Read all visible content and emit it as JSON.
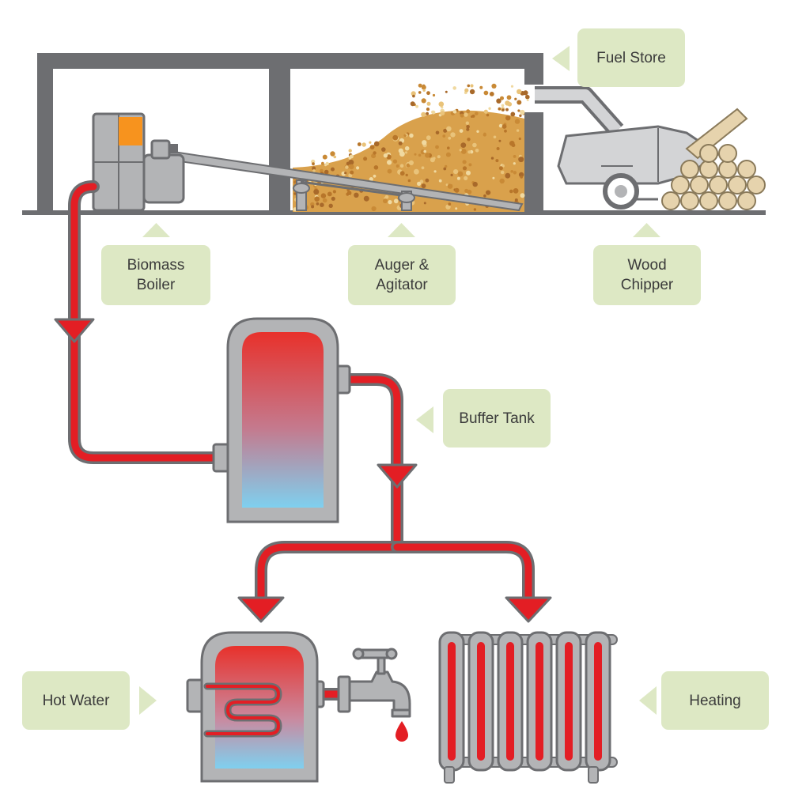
{
  "colors": {
    "structure": "#6d6e71",
    "pipe": "#e31e24",
    "label_bg": "#dde8c4",
    "machine": "#b3b4b6",
    "tank_hot": "#e8312b",
    "tank_cold": "#7fd0ef",
    "wood_chips": "#d9a14c",
    "logs": "#e6d3ad"
  },
  "labels": {
    "fuel_store": "Fuel Store",
    "biomass_boiler": [
      "Biomass",
      "Boiler"
    ],
    "auger_agitator": [
      "Auger &",
      "Agitator"
    ],
    "wood_chipper": [
      "Wood",
      "Chipper"
    ],
    "buffer_tank": "Buffer Tank",
    "hot_water": "Hot Water",
    "heating": "Heating"
  },
  "icons": [
    "biomass-boiler-icon",
    "auger-icon",
    "wood-chipper-icon",
    "log-pile-icon",
    "buffer-tank-icon",
    "hot-water-cylinder-icon",
    "tap-icon",
    "radiator-icon"
  ]
}
